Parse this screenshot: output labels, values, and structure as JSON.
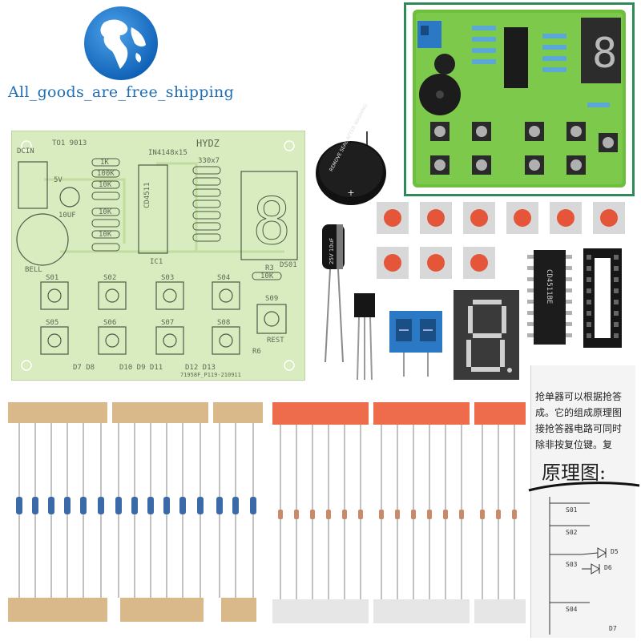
{
  "caption": "All_goods_are_free_shipping",
  "pcb": {
    "brand": "HYDZ",
    "part_id": "71958F_P119-210911",
    "ic_label": "CD4511",
    "ic_ref": "IC1",
    "diode_note": "IN4148x15",
    "res_note": "330x7",
    "transistor": "TO1 9013",
    "power": "DCIN",
    "volt": "5V",
    "cap": "10UF",
    "bell": "BELL",
    "ds": "DS01",
    "r3": "R3",
    "r3_val": "10K",
    "r6": "R6",
    "rest": "REST",
    "res_values": [
      "1K",
      "100K",
      "10K",
      "10K",
      "10K"
    ],
    "switches": [
      "S01",
      "S02",
      "S03",
      "S04",
      "S05",
      "S06",
      "S07",
      "S08",
      "S09"
    ],
    "diodes_bottom": [
      "D7 D8",
      "D10 D9 D11",
      "D12 D13"
    ]
  },
  "buzzer_label": "REMOVE SEAL AFTER WASHING",
  "capacitor_label": "25V 10uF",
  "ic_chip_label": "CD4511BE",
  "document": {
    "lines": [
      "抢单器可以根据抢答",
      "成。它的组成原理图",
      "接抢答器电路可同时",
      "除非按复位键。复"
    ],
    "title": "原理图:",
    "schematic_labels": [
      "S01",
      "S02",
      "S03",
      "S04",
      "D5",
      "D6",
      "D7"
    ]
  },
  "colors": {
    "caption": "#1f6fb6",
    "pcb": "#d9ecc0",
    "frame": "#2e8b57",
    "button_red": "#e4553a",
    "terminal_blue": "#2b78c4",
    "display_grey": "#3a3a3a",
    "diode_tape": "#ee6b4b",
    "resistor_tape": "#d9b98a"
  }
}
